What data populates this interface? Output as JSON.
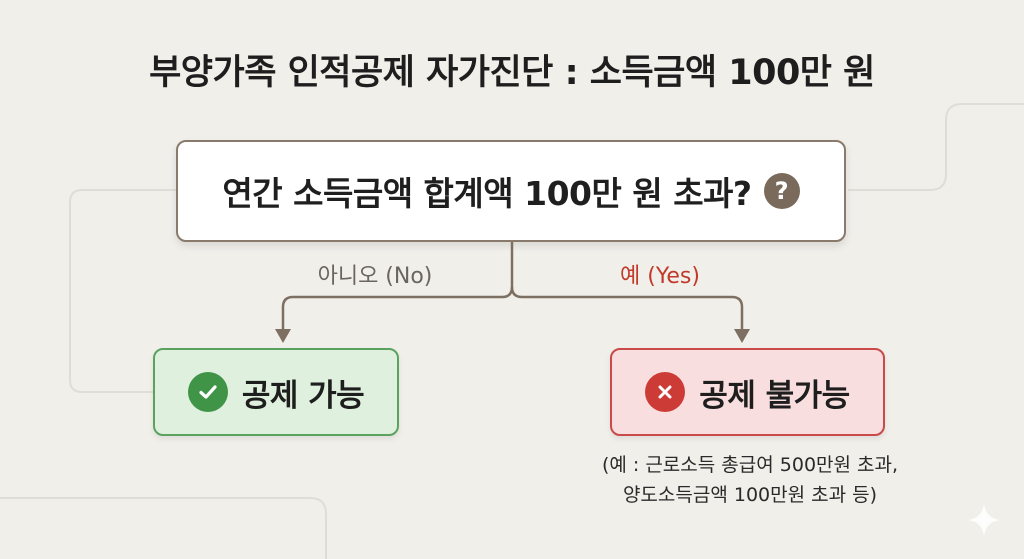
{
  "title": "부양가족 인적공제 자가진단 : 소득금액 100만 원",
  "question": {
    "text": "연간 소득금액 합계액 100만 원 초과?",
    "icon": "question-icon",
    "icon_glyph": "?"
  },
  "branches": {
    "no_label": "아니오 (No)",
    "yes_label": "예 (Yes)"
  },
  "results": {
    "ok": {
      "label": "공제 가능",
      "icon": "check-icon"
    },
    "not_ok": {
      "label": "공제 불가능",
      "icon": "x-icon"
    }
  },
  "note": {
    "line1": "(예 : 근로소득 총급여 500만원 초과,",
    "line2": "양도소득금액 100만원 초과 등)"
  },
  "colors": {
    "background": "#f1efea",
    "question_border": "#8a7a6b",
    "ok_fill": "#dff1de",
    "ok_border": "#5aa35f",
    "not_ok_fill": "#f8dede",
    "not_ok_border": "#c94a48",
    "yes_label": "#c0392b",
    "connector": "#7d6f62"
  }
}
